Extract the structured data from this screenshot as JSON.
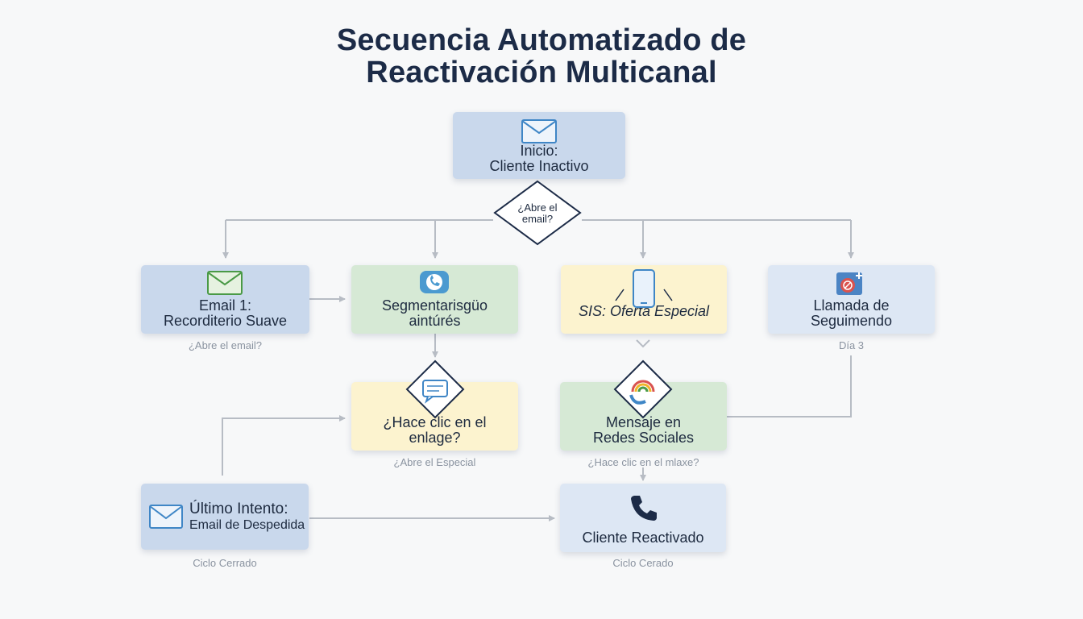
{
  "title": {
    "line1": "Secuencia Automatizado de",
    "line2": "Reactivación Multicanal"
  },
  "nodes": {
    "start": {
      "line1": "Inicio:",
      "line2": "Cliente Inactivo",
      "icon": "envelope-icon"
    },
    "decision_open": {
      "line1": "¿Abre el",
      "line2": "email?"
    },
    "email1": {
      "line1": "Email 1:",
      "line2": "Recorditerio Suave",
      "icon": "envelope-icon",
      "caption": "¿Abre el email?"
    },
    "segment": {
      "line1": "Segmentarisgüo",
      "line2": "aintúrés",
      "icon": "phone-bubble-icon"
    },
    "sms": {
      "line1": "SIS: Oferta Especial",
      "icon": "smartphone-icon"
    },
    "call": {
      "line1": "Llamada de",
      "line2": "Seguimendo",
      "icon": "calendar-badge-icon",
      "caption": "Día 3"
    },
    "click": {
      "line1": "¿Hace clic en el",
      "line2": "enlage?",
      "icon": "chat-bubble-icon",
      "caption": "¿Abre el Especial"
    },
    "social": {
      "line1": "Mensaje en",
      "line2": "Redes Sociales",
      "icon": "social-swirl-icon",
      "caption": "¿Hace clic en el mlaxe?"
    },
    "last": {
      "line1": "Último Intento:",
      "line2": "Email de Despedida",
      "icon": "envelope-icon",
      "caption": "Ciclo Cerrado"
    },
    "reactivated": {
      "line1": "Cliente Reactivado",
      "icon": "phone-icon",
      "caption": "Ciclo Cerado"
    }
  },
  "colors": {
    "blue": "#c9d8ec",
    "light_blue": "#dde7f4",
    "green": "#d6e9d5",
    "yellow": "#fcf3cf",
    "navy": "#1c2b47",
    "connector": "#b7bcc4"
  }
}
